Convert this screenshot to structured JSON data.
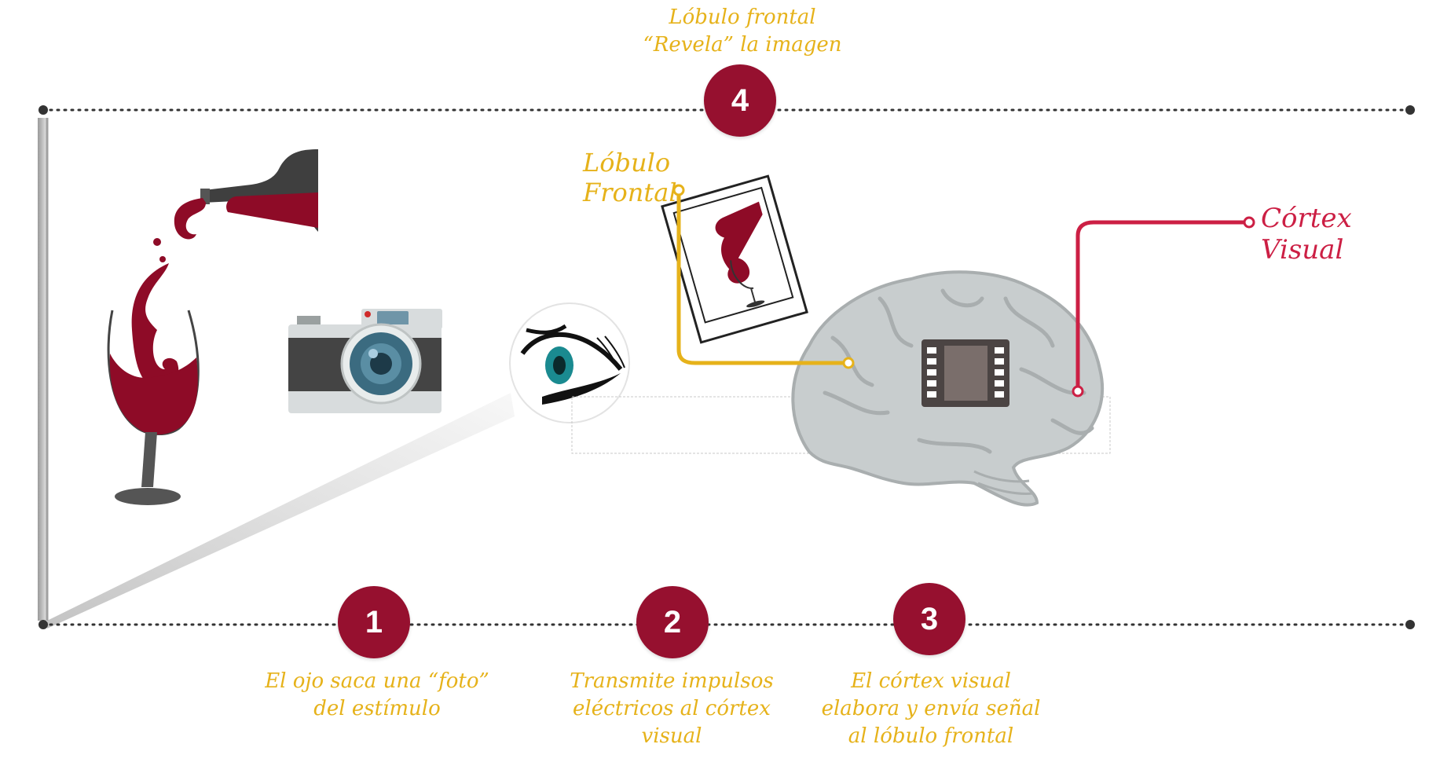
{
  "steps": [
    {
      "number": "1",
      "caption_lines": [
        "El ojo saca una “foto”",
        "del estímulo"
      ]
    },
    {
      "number": "2",
      "caption_lines": [
        "Transmite impulsos",
        "eléctricos al córtex",
        "visual"
      ]
    },
    {
      "number": "3",
      "caption_lines": [
        "El córtex visual",
        "elabora y envía señal",
        "al lóbulo frontal"
      ]
    },
    {
      "number": "4",
      "caption_lines": [
        "Lóbulo frontal",
        "“Revela” la imagen"
      ]
    }
  ],
  "labels": {
    "frontal_lobe": "Lóbulo Frontal",
    "visual_cortex": "Córtex Visual"
  },
  "colors": {
    "wine": "#96102f",
    "accent_yellow": "#e6b21a",
    "accent_red": "#cc1f44",
    "brain_gray": "#c8cdce",
    "dots": "#333333"
  },
  "icons": [
    "wine-pour-icon",
    "camera-icon",
    "eye-icon",
    "brain-icon",
    "film-frame-icon",
    "polaroid-photo-icon"
  ]
}
